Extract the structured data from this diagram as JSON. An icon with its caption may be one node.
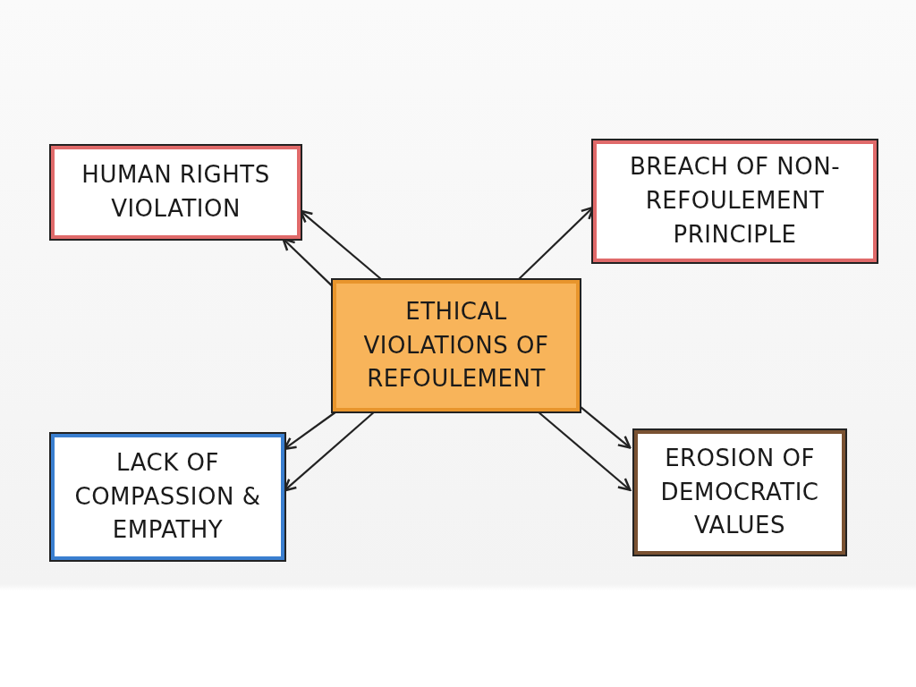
{
  "diagram": {
    "nodes": [
      {
        "text": [
          "ETHICAL VIOLATIONS OF REFOULEMENT"
        ]
      },
      {
        "text": [
          "HUMAN RIGHTS VIOLATION"
        ]
      },
      {
        "text": [
          "BREACH OF NON-REFOULEMENT PRINCIPLE"
        ]
      },
      {
        "text": [
          "LACK OF COMPASSION & EMPATHY"
        ]
      },
      {
        "text": [
          "EROSION OF DEMOCRATIC VALUES"
        ]
      }
    ],
    "edges": [
      {
        "from": 0,
        "to": 1,
        "arrow": "to"
      },
      {
        "from": 0,
        "to": 1,
        "arrow": "to"
      },
      {
        "from": 0,
        "to": 2,
        "arrow": "to"
      },
      {
        "from": 0,
        "to": 3,
        "arrow": "to"
      },
      {
        "from": 0,
        "to": 3,
        "arrow": "to"
      },
      {
        "from": 0,
        "to": 4,
        "arrow": "to"
      },
      {
        "from": 0,
        "to": 4,
        "arrow": "to"
      }
    ]
  }
}
